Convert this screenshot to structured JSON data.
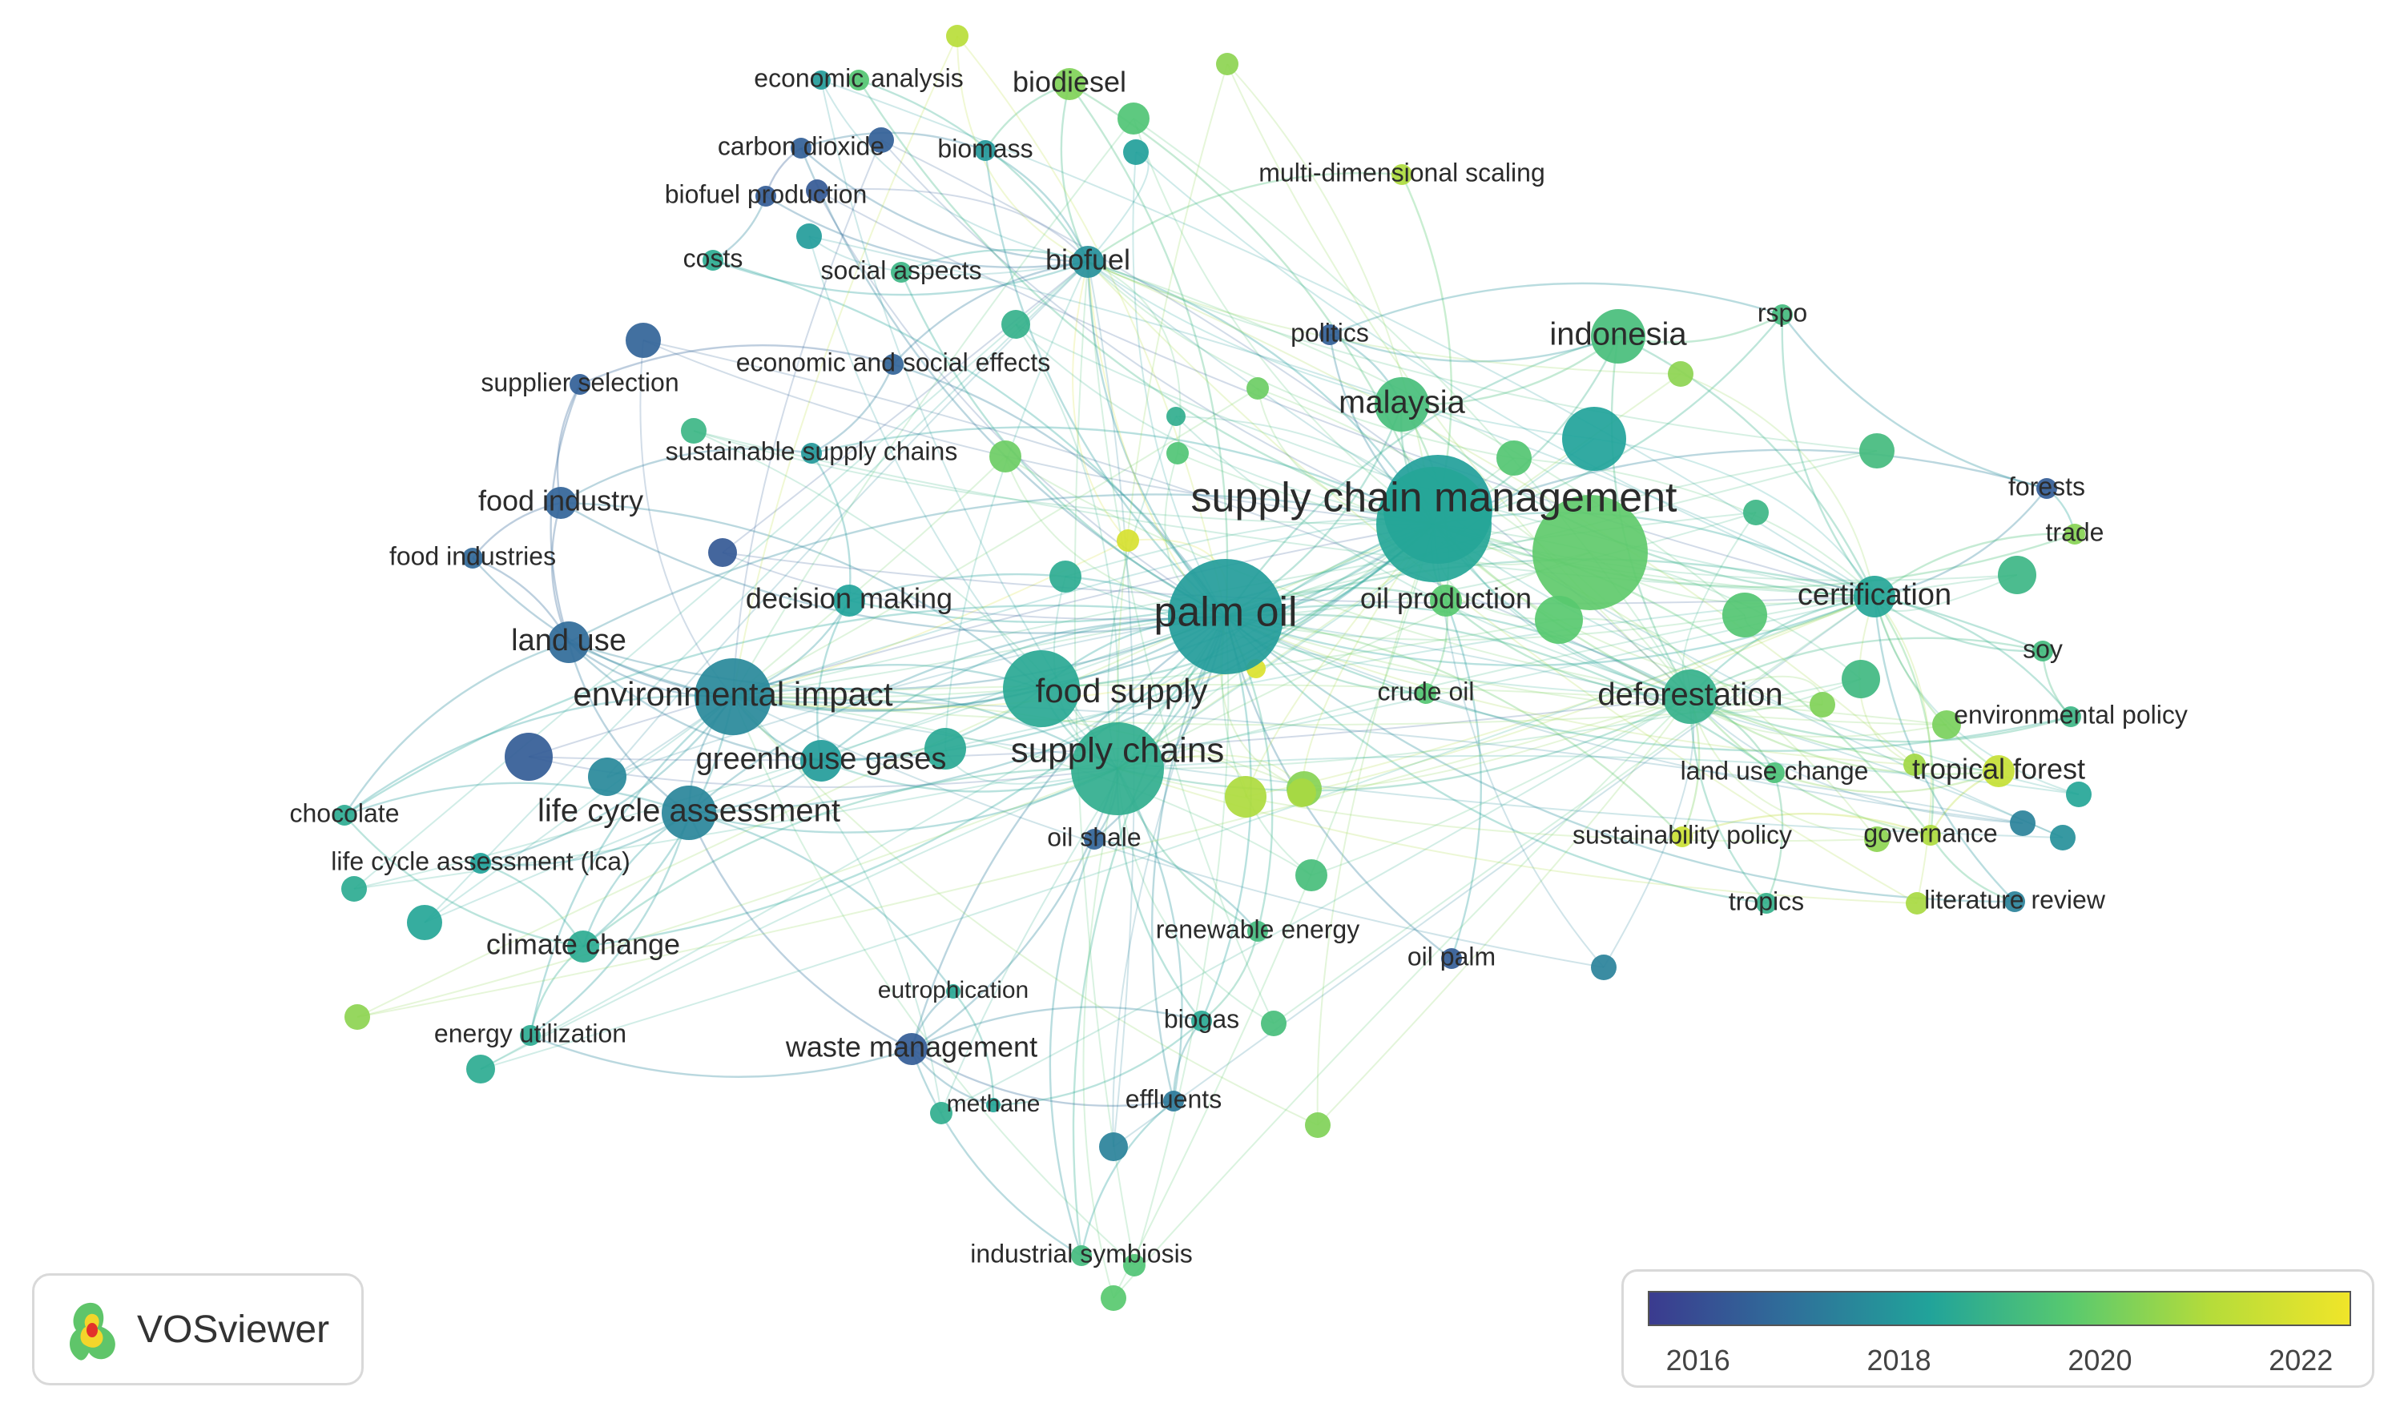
{
  "brand": {
    "name": "VOSviewer",
    "logo_icon": "vosviewer-logo-icon"
  },
  "legend": {
    "ticks": [
      2016,
      2018,
      2020,
      2022
    ],
    "range": [
      2015.5,
      2022.5
    ],
    "gradient": [
      "#3b3b8f",
      "#2f6f9a",
      "#21a39a",
      "#58c96f",
      "#b5dc3a",
      "#f0e529"
    ]
  },
  "network": {
    "nodes": [
      {
        "id": "supply_chain_management",
        "label": "supply chain management",
        "year": 2018.4,
        "weight": 10
      },
      {
        "id": "palm_oil",
        "label": "palm oil",
        "year": 2018.1,
        "weight": 10
      },
      {
        "id": "supply_chains",
        "label": "supply chains",
        "year": 2018.7,
        "weight": 7
      },
      {
        "id": "food_supply",
        "label": "food supply",
        "year": 2018.5,
        "weight": 6
      },
      {
        "id": "environmental_impact",
        "label": "environmental impact",
        "year": 2017.6,
        "weight": 6
      },
      {
        "id": "life_cycle_assessment",
        "label": "life cycle assessment",
        "year": 2017.5,
        "weight": 5
      },
      {
        "id": "indonesia",
        "label": "indonesia",
        "year": 2019.3,
        "weight": 5
      },
      {
        "id": "malaysia",
        "label": "malaysia",
        "year": 2019.3,
        "weight": 5
      },
      {
        "id": "deforestation",
        "label": "deforestation",
        "year": 2018.8,
        "weight": 5
      },
      {
        "id": "certification",
        "label": "certification",
        "year": 2018.4,
        "weight": 4
      },
      {
        "id": "land_use",
        "label": "land use",
        "year": 2016.8,
        "weight": 4
      },
      {
        "id": "greenhouse_gases",
        "label": "greenhouse gases",
        "year": 2018.1,
        "weight": 4
      },
      {
        "id": "decision_making",
        "label": "decision making",
        "year": 2018.3,
        "weight": 3
      },
      {
        "id": "oil_production",
        "label": "oil production",
        "year": 2019.7,
        "weight": 3
      },
      {
        "id": "biofuel",
        "label": "biofuel",
        "year": 2017.8,
        "weight": 3
      },
      {
        "id": "biodiesel",
        "label": "biodiesel",
        "year": 2020.3,
        "weight": 3
      },
      {
        "id": "biomass",
        "label": "biomass",
        "year": 2018.0,
        "weight": 2
      },
      {
        "id": "carbon_dioxide",
        "label": "carbon dioxide",
        "year": 2016.5,
        "weight": 2
      },
      {
        "id": "economic_analysis",
        "label": "economic analysis",
        "year": 2019.6,
        "weight": 2
      },
      {
        "id": "biofuel_production",
        "label": "biofuel production",
        "year": 2016.4,
        "weight": 2
      },
      {
        "id": "costs",
        "label": "costs",
        "year": 2018.6,
        "weight": 2
      },
      {
        "id": "social_aspects",
        "label": "social aspects",
        "year": 2019.0,
        "weight": 2
      },
      {
        "id": "economic_and_social_effects",
        "label": "economic and social effects",
        "year": 2016.6,
        "weight": 2
      },
      {
        "id": "supplier_selection",
        "label": "supplier selection",
        "year": 2016.5,
        "weight": 2
      },
      {
        "id": "sustainable_supply_chains",
        "label": "sustainable supply chains",
        "year": 2018.0,
        "weight": 2
      },
      {
        "id": "food_industry",
        "label": "food industry",
        "year": 2016.6,
        "weight": 3
      },
      {
        "id": "food_industries",
        "label": "food industries",
        "year": 2016.7,
        "weight": 2
      },
      {
        "id": "multi_dimensional_scaling",
        "label": "multi-dimensional scaling",
        "year": 2021.0,
        "weight": 2
      },
      {
        "id": "politics",
        "label": "politics",
        "year": 2016.5,
        "weight": 2
      },
      {
        "id": "rspo",
        "label": "rspo",
        "year": 2019.2,
        "weight": 2
      },
      {
        "id": "forests",
        "label": "forests",
        "year": 2016.4,
        "weight": 2
      },
      {
        "id": "trade",
        "label": "trade",
        "year": 2020.4,
        "weight": 2
      },
      {
        "id": "soy",
        "label": "soy",
        "year": 2019.2,
        "weight": 2
      },
      {
        "id": "environmental_policy",
        "label": "environmental policy",
        "year": 2019.0,
        "weight": 2
      },
      {
        "id": "tropical_forest",
        "label": "tropical forest",
        "year": 2021.5,
        "weight": 3
      },
      {
        "id": "land_use_change",
        "label": "land use change",
        "year": 2019.4,
        "weight": 2
      },
      {
        "id": "sustainability_policy",
        "label": "sustainability policy",
        "year": 2021.6,
        "weight": 2
      },
      {
        "id": "governance",
        "label": "governance",
        "year": 2021.0,
        "weight": 2
      },
      {
        "id": "tropics",
        "label": "tropics",
        "year": 2018.8,
        "weight": 2
      },
      {
        "id": "literature_review",
        "label": "literature review",
        "year": 2017.4,
        "weight": 2
      },
      {
        "id": "crude_oil",
        "label": "crude oil",
        "year": 2019.6,
        "weight": 2
      },
      {
        "id": "oil_shale",
        "label": "oil shale",
        "year": 2016.6,
        "weight": 2
      },
      {
        "id": "renewable_energy",
        "label": "renewable energy",
        "year": 2019.2,
        "weight": 2
      },
      {
        "id": "oil_palm",
        "label": "oil palm",
        "year": 2016.4,
        "weight": 2
      },
      {
        "id": "biogas",
        "label": "biogas",
        "year": 2018.5,
        "weight": 2
      },
      {
        "id": "effluents",
        "label": "effluents",
        "year": 2017.2,
        "weight": 2
      },
      {
        "id": "methane",
        "label": "methane",
        "year": 2018.4,
        "weight": 1
      },
      {
        "id": "waste_management",
        "label": "waste management",
        "year": 2016.4,
        "weight": 3
      },
      {
        "id": "eutrophication",
        "label": "eutrophication",
        "year": 2018.5,
        "weight": 1
      },
      {
        "id": "industrial_symbiosis",
        "label": "industrial symbiosis",
        "year": 2019.2,
        "weight": 2
      },
      {
        "id": "climate_change",
        "label": "climate change",
        "year": 2018.6,
        "weight": 3
      },
      {
        "id": "energy_utilization",
        "label": "energy utilization",
        "year": 2018.6,
        "weight": 2
      },
      {
        "id": "chocolate",
        "label": "chocolate",
        "year": 2018.6,
        "weight": 2
      },
      {
        "id": "life_cycle_assessment_lca",
        "label": "life cycle assessment (lca)",
        "year": 2018.3,
        "weight": 2
      }
    ],
    "edges": [
      [
        "supply_chain_management",
        "palm_oil"
      ],
      [
        "supply_chain_management",
        "supply_chains"
      ],
      [
        "supply_chain_management",
        "food_supply"
      ],
      [
        "supply_chain_management",
        "indonesia"
      ],
      [
        "supply_chain_management",
        "malaysia"
      ],
      [
        "supply_chain_management",
        "deforestation"
      ],
      [
        "supply_chain_management",
        "certification"
      ],
      [
        "supply_chain_management",
        "oil_production"
      ],
      [
        "supply_chain_management",
        "environmental_impact"
      ],
      [
        "supply_chain_management",
        "biofuel"
      ],
      [
        "supply_chain_management",
        "decision_making"
      ],
      [
        "supply_chain_management",
        "rspo"
      ],
      [
        "supply_chain_management",
        "life_cycle_assessment"
      ],
      [
        "supply_chain_management",
        "sustainable_supply_chains"
      ],
      [
        "supply_chain_management",
        "economic_analysis"
      ],
      [
        "supply_chain_management",
        "multi_dimensional_scaling"
      ],
      [
        "supply_chain_management",
        "politics"
      ],
      [
        "supply_chain_management",
        "tropical_forest"
      ],
      [
        "supply_chain_management",
        "governance"
      ],
      [
        "supply_chain_management",
        "land_use"
      ],
      [
        "supply_chain_management",
        "greenhouse_gases"
      ],
      [
        "supply_chain_management",
        "biodiesel"
      ],
      [
        "supply_chain_management",
        "forests"
      ],
      [
        "supply_chain_management",
        "trade"
      ],
      [
        "palm_oil",
        "supply_chains"
      ],
      [
        "palm_oil",
        "food_supply"
      ],
      [
        "palm_oil",
        "indonesia"
      ],
      [
        "palm_oil",
        "malaysia"
      ],
      [
        "palm_oil",
        "deforestation"
      ],
      [
        "palm_oil",
        "certification"
      ],
      [
        "palm_oil",
        "environmental_impact"
      ],
      [
        "palm_oil",
        "life_cycle_assessment"
      ],
      [
        "palm_oil",
        "land_use"
      ],
      [
        "palm_oil",
        "greenhouse_gases"
      ],
      [
        "palm_oil",
        "biofuel"
      ],
      [
        "palm_oil",
        "biodiesel"
      ],
      [
        "palm_oil",
        "biomass"
      ],
      [
        "palm_oil",
        "crude_oil"
      ],
      [
        "palm_oil",
        "oil_production"
      ],
      [
        "palm_oil",
        "waste_management"
      ],
      [
        "palm_oil",
        "biogas"
      ],
      [
        "palm_oil",
        "effluents"
      ],
      [
        "palm_oil",
        "renewable_energy"
      ],
      [
        "palm_oil",
        "oil_palm"
      ],
      [
        "palm_oil",
        "climate_change"
      ],
      [
        "palm_oil",
        "chocolate"
      ],
      [
        "palm_oil",
        "food_industry"
      ],
      [
        "palm_oil",
        "decision_making"
      ],
      [
        "palm_oil",
        "oil_shale"
      ],
      [
        "palm_oil",
        "industrial_symbiosis"
      ],
      [
        "palm_oil",
        "sustainability_policy"
      ],
      [
        "palm_oil",
        "tropics"
      ],
      [
        "palm_oil",
        "soy"
      ],
      [
        "palm_oil",
        "environmental_policy"
      ],
      [
        "palm_oil",
        "land_use_change"
      ],
      [
        "palm_oil",
        "literature_review"
      ],
      [
        "palm_oil",
        "carbon_dioxide"
      ],
      [
        "palm_oil",
        "economic_and_social_effects"
      ],
      [
        "palm_oil",
        "social_aspects"
      ],
      [
        "palm_oil",
        "costs"
      ],
      [
        "supply_chains",
        "food_supply"
      ],
      [
        "supply_chains",
        "environmental_impact"
      ],
      [
        "supply_chains",
        "greenhouse_gases"
      ],
      [
        "supply_chains",
        "deforestation"
      ],
      [
        "supply_chains",
        "oil_shale"
      ],
      [
        "supply_chains",
        "renewable_energy"
      ],
      [
        "supply_chains",
        "waste_management"
      ],
      [
        "supply_chains",
        "climate_change"
      ],
      [
        "supply_chains",
        "life_cycle_assessment"
      ],
      [
        "supply_chains",
        "biogas"
      ],
      [
        "supply_chains",
        "effluents"
      ],
      [
        "food_supply",
        "environmental_impact"
      ],
      [
        "food_supply",
        "land_use"
      ],
      [
        "food_supply",
        "food_industry"
      ],
      [
        "food_supply",
        "greenhouse_gases"
      ],
      [
        "environmental_impact",
        "life_cycle_assessment"
      ],
      [
        "environmental_impact",
        "land_use"
      ],
      [
        "environmental_impact",
        "greenhouse_gases"
      ],
      [
        "environmental_impact",
        "climate_change"
      ],
      [
        "environmental_impact",
        "chocolate"
      ],
      [
        "environmental_impact",
        "life_cycle_assessment_lca"
      ],
      [
        "environmental_impact",
        "energy_utilization"
      ],
      [
        "environmental_impact",
        "food_industries"
      ],
      [
        "environmental_impact",
        "decision_making"
      ],
      [
        "life_cycle_assessment",
        "land_use"
      ],
      [
        "life_cycle_assessment",
        "climate_change"
      ],
      [
        "life_cycle_assessment",
        "life_cycle_assessment_lca"
      ],
      [
        "life_cycle_assessment",
        "chocolate"
      ],
      [
        "life_cycle_assessment",
        "energy_utilization"
      ],
      [
        "life_cycle_assessment",
        "greenhouse_gases"
      ],
      [
        "life_cycle_assessment",
        "eutrophication"
      ],
      [
        "life_cycle_assessment",
        "waste_management"
      ],
      [
        "land_use",
        "food_industry"
      ],
      [
        "land_use",
        "food_industries"
      ],
      [
        "land_use",
        "supplier_selection"
      ],
      [
        "land_use",
        "chocolate"
      ],
      [
        "indonesia",
        "malaysia"
      ],
      [
        "indonesia",
        "deforestation"
      ],
      [
        "indonesia",
        "certification"
      ],
      [
        "indonesia",
        "rspo"
      ],
      [
        "indonesia",
        "politics"
      ],
      [
        "malaysia",
        "certification"
      ],
      [
        "malaysia",
        "oil_production"
      ],
      [
        "malaysia",
        "politics"
      ],
      [
        "deforestation",
        "certification"
      ],
      [
        "deforestation",
        "tropical_forest"
      ],
      [
        "deforestation",
        "land_use_change"
      ],
      [
        "deforestation",
        "governance"
      ],
      [
        "deforestation",
        "sustainability_policy"
      ],
      [
        "deforestation",
        "tropics"
      ],
      [
        "deforestation",
        "soy"
      ],
      [
        "deforestation",
        "environmental_policy"
      ],
      [
        "certification",
        "rspo"
      ],
      [
        "certification",
        "forests"
      ],
      [
        "certification",
        "trade"
      ],
      [
        "certification",
        "soy"
      ],
      [
        "certification",
        "environmental_policy"
      ],
      [
        "certification",
        "literature_review"
      ],
      [
        "certification",
        "governance"
      ],
      [
        "certification",
        "tropical_forest"
      ],
      [
        "biofuel",
        "biodiesel"
      ],
      [
        "biofuel",
        "biomass"
      ],
      [
        "biofuel",
        "carbon_dioxide"
      ],
      [
        "biofuel",
        "economic_analysis"
      ],
      [
        "biofuel",
        "biofuel_production"
      ],
      [
        "biofuel",
        "social_aspects"
      ],
      [
        "biofuel",
        "costs"
      ],
      [
        "biofuel",
        "economic_and_social_effects"
      ],
      [
        "biofuel",
        "multi_dimensional_scaling"
      ],
      [
        "biomass",
        "carbon_dioxide"
      ],
      [
        "biomass",
        "biodiesel"
      ],
      [
        "carbon_dioxide",
        "biofuel_production"
      ],
      [
        "biofuel_production",
        "costs"
      ],
      [
        "economic_and_social_effects",
        "supplier_selection"
      ],
      [
        "economic_and_social_effects",
        "sustainable_supply_chains"
      ],
      [
        "sustainable_supply_chains",
        "food_industry"
      ],
      [
        "sustainable_supply_chains",
        "decision_making"
      ],
      [
        "food_industry",
        "food_industries"
      ],
      [
        "food_industry",
        "supplier_selection"
      ],
      [
        "waste_management",
        "methane"
      ],
      [
        "waste_management",
        "eutrophication"
      ],
      [
        "waste_management",
        "effluents"
      ],
      [
        "waste_management",
        "biogas"
      ],
      [
        "waste_management",
        "industrial_symbiosis"
      ],
      [
        "waste_management",
        "energy_utilization"
      ],
      [
        "biogas",
        "effluents"
      ],
      [
        "biogas",
        "methane"
      ],
      [
        "effluents",
        "industrial_symbiosis"
      ],
      [
        "renewable_energy",
        "biogas"
      ],
      [
        "climate_change",
        "energy_utilization"
      ],
      [
        "climate_change",
        "chocolate"
      ],
      [
        "climate_change",
        "life_cycle_assessment_lca"
      ],
      [
        "oil_production",
        "crude_oil"
      ],
      [
        "oil_production",
        "deforestation"
      ],
      [
        "oil_production",
        "oil_palm"
      ],
      [
        "tropical_forest",
        "governance"
      ],
      [
        "tropical_forest",
        "land_use_change"
      ],
      [
        "governance",
        "sustainability_policy"
      ],
      [
        "literature_review",
        "governance"
      ],
      [
        "tropics",
        "land_use_change"
      ],
      [
        "forests",
        "trade"
      ],
      [
        "soy",
        "environmental_policy"
      ],
      [
        "oil_shale",
        "renewable_energy"
      ],
      [
        "oil_shale",
        "industrial_symbiosis"
      ],
      [
        "eutrophication",
        "methane"
      ],
      [
        "decision_making",
        "greenhouse_gases"
      ],
      [
        "greenhouse_gases",
        "land_use"
      ],
      [
        "rspo",
        "forests"
      ],
      [
        "politics",
        "rspo"
      ]
    ]
  }
}
